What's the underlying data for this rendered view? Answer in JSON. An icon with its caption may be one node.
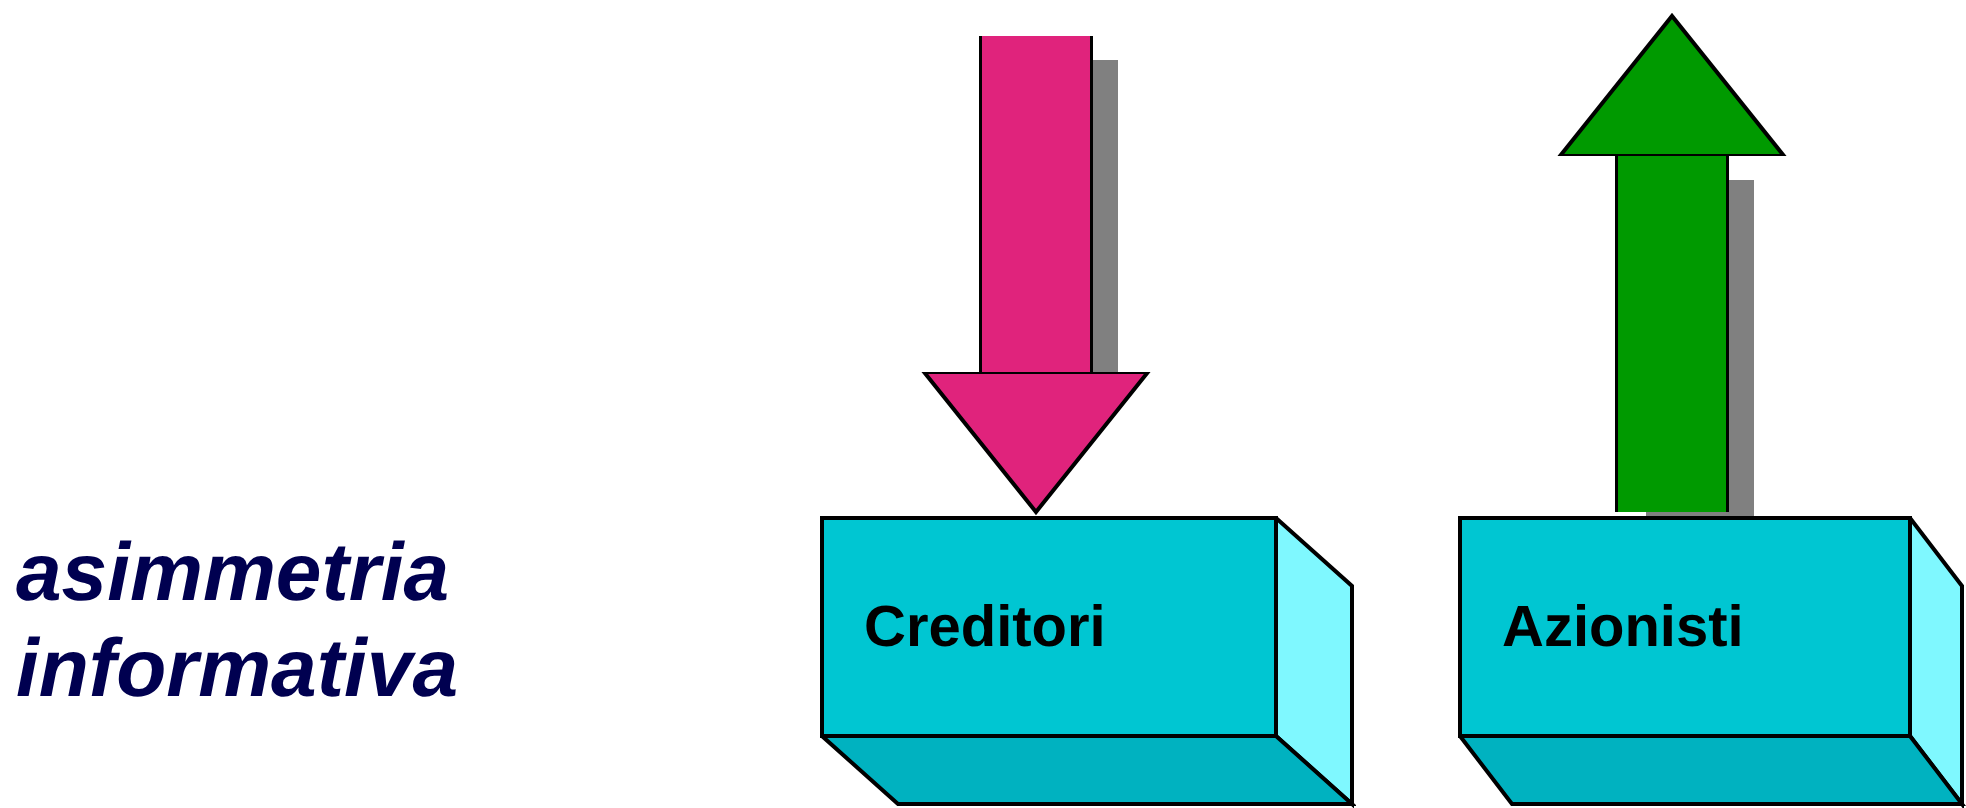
{
  "diagram": {
    "nodes": [
      {
        "text": [
          "Creditori"
        ]
      },
      {
        "text": [
          "Azionisti"
        ]
      }
    ],
    "edges": [
      {
        "from": null,
        "to": 0,
        "arrow": "to",
        "color": "#e0237c"
      },
      {
        "from": 1,
        "to": null,
        "arrow": "to",
        "color": "#009a00"
      }
    ],
    "labels": [
      "asimmetria informativa"
    ]
  }
}
